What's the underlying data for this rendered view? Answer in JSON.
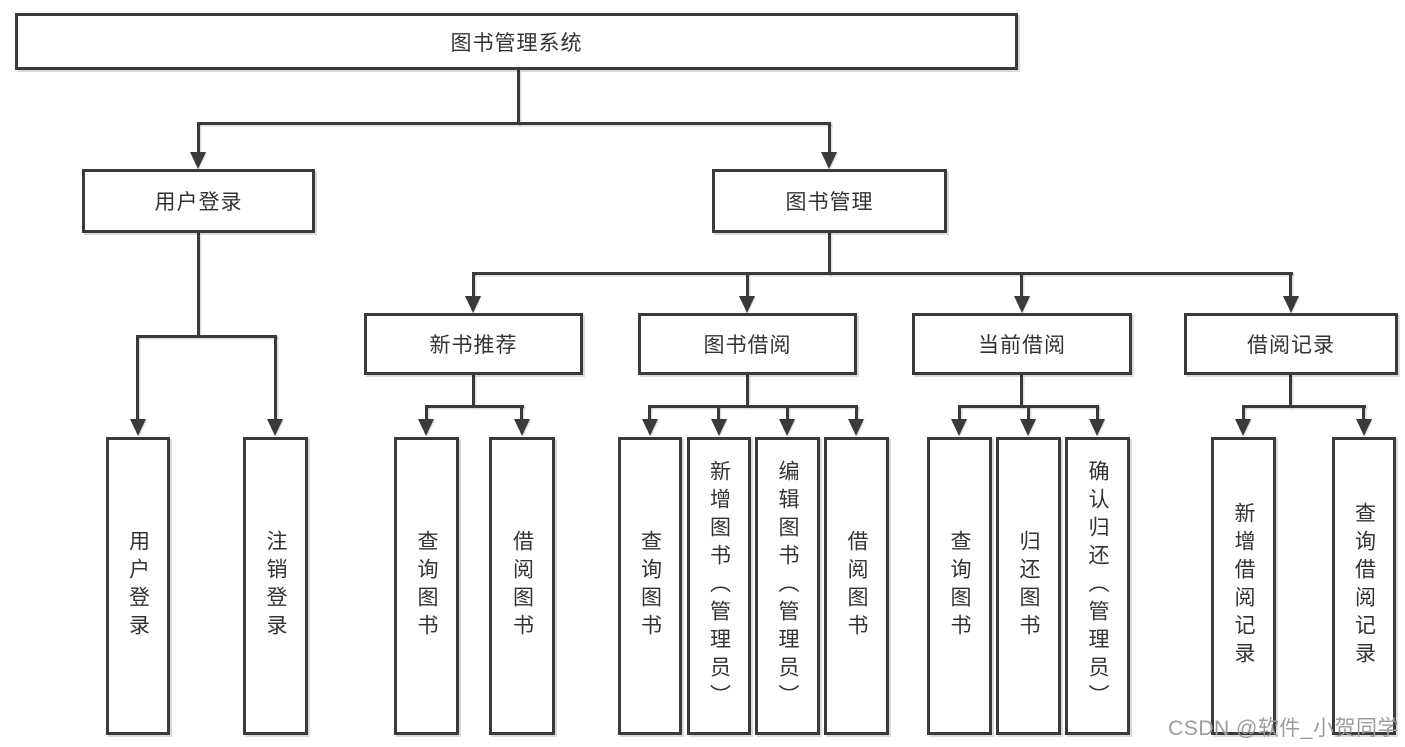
{
  "diagram": {
    "root": "图书管理系统",
    "level2": [
      "用户登录",
      "图书管理"
    ],
    "level3": [
      "新书推荐",
      "图书借阅",
      "当前借阅",
      "借阅记录"
    ],
    "leaves": [
      "用户登录",
      "注销登录",
      "查询图书",
      "借阅图书",
      "查询图书",
      "新增图书（管理员）",
      "编辑图书（管理员）",
      "借阅图书",
      "查询图书",
      "归还图书",
      "确认归还（管理员）",
      "新增借阅记录",
      "查询借阅记录"
    ]
  },
  "watermark": "CSDN @软件_小贺同学",
  "colors": {
    "line": "#3a3a3a",
    "text": "#333333",
    "watermark": "#9c9c9c",
    "background": "#ffffff"
  }
}
